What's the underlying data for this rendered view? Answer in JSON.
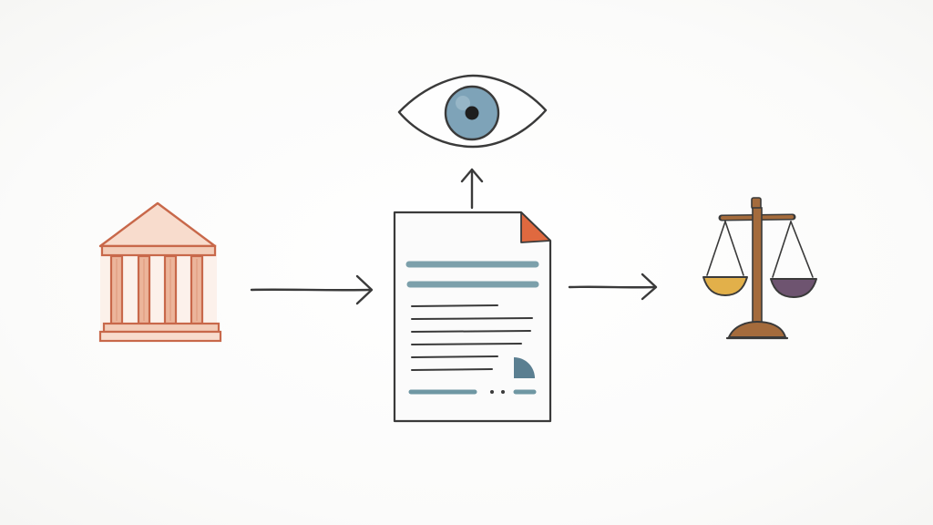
{
  "diagram": {
    "nodes": [
      {
        "id": "institution",
        "icon": "courthouse-icon"
      },
      {
        "id": "document",
        "icon": "document-icon"
      },
      {
        "id": "review",
        "icon": "eye-icon"
      },
      {
        "id": "judgment",
        "icon": "scales-of-justice-icon"
      }
    ],
    "edges": [
      {
        "from": "institution",
        "to": "document"
      },
      {
        "from": "document",
        "to": "review"
      },
      {
        "from": "document",
        "to": "judgment"
      }
    ]
  },
  "colors": {
    "ink": "#3a3a3a",
    "courthouse_stroke": "#c8684a",
    "courthouse_fill": "#f6d9c9",
    "eye_iris": "#7ea3b8",
    "doc_highlight": "#6f97a3",
    "doc_corner": "#e0693f",
    "doc_pie": "#5b7f91",
    "scale_wood": "#a46b3c",
    "scale_left_pan": "#e2b04a",
    "scale_right_pan": "#6e5470"
  }
}
